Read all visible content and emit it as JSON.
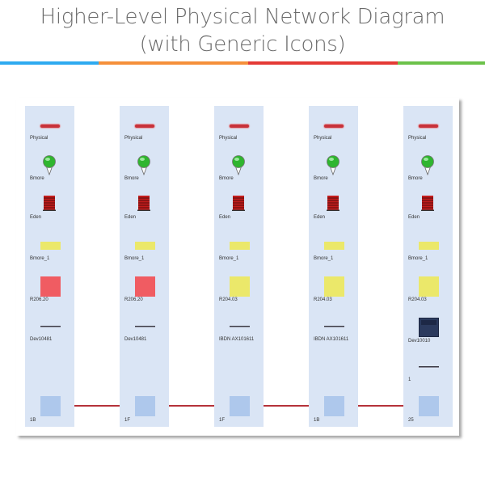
{
  "header": {
    "title_line1": "Higher-Level Physical Network Diagram",
    "title_line2": "(with Generic Icons)",
    "rule_colors": [
      "#2eaaf0",
      "#f58f3a",
      "#e43a35",
      "#6cc24a"
    ]
  },
  "colors": {
    "column_bg": "#dae5f5",
    "link": "#b5323a",
    "physical_bar": "#c8323a",
    "location_pin": "#2fb52f",
    "building": "#c41c1c",
    "zone_yellow": "#ebe86a",
    "room_red": "#f05c62",
    "room_yellow": "#ebe86a",
    "port": "#aec8ec",
    "device_dark": "#2b3a5e"
  },
  "columns": [
    {
      "physical": "Physical",
      "location": "Bmore",
      "building": "Eden",
      "zone": "Bmore_1",
      "room": "R206.20",
      "room_color": "red",
      "device": "Dev10481",
      "device_icon": "patch-cable",
      "port": "1B"
    },
    {
      "physical": "Physical",
      "location": "Bmore",
      "building": "Eden",
      "zone": "Bmore_1",
      "room": "R206.20",
      "room_color": "red",
      "device": "Dev10481",
      "device_icon": "patch-cable",
      "port": "1F"
    },
    {
      "physical": "Physical",
      "location": "Bmore",
      "building": "Eden",
      "zone": "Bmore_1",
      "room": "R204.03",
      "room_color": "yellow",
      "device": "IBDN AX101611",
      "device_icon": "patch-cable",
      "port": "1F"
    },
    {
      "physical": "Physical",
      "location": "Bmore",
      "building": "Eden",
      "zone": "Bmore_1",
      "room": "R204.03",
      "room_color": "yellow",
      "device": "IBDN AX101611",
      "device_icon": "patch-cable",
      "port": "1B"
    },
    {
      "physical": "Physical",
      "location": "Bmore",
      "building": "Eden",
      "zone": "Bmore_1",
      "room": "R204.03",
      "room_color": "yellow",
      "device": "Dev10010",
      "device_icon": "switch-chassis",
      "slot": "1",
      "slot_icon": "patch-cable",
      "port": "25"
    }
  ],
  "links": [
    {
      "from": "1B",
      "to": "1F"
    },
    {
      "from": "1F",
      "to": "1F"
    },
    {
      "from": "1F",
      "to": "1B"
    },
    {
      "from": "1B",
      "to": "25"
    }
  ]
}
